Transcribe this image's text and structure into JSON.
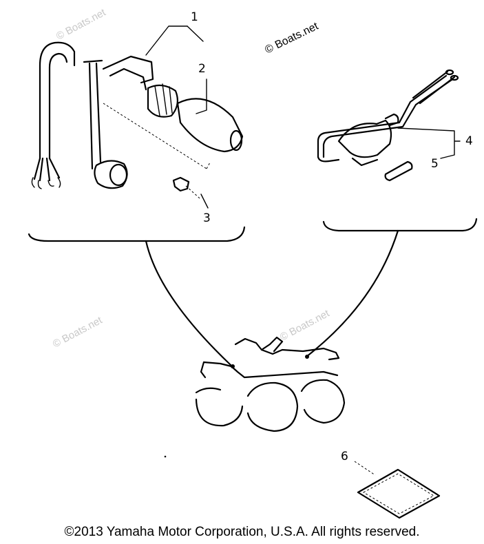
{
  "watermarks": {
    "main": "© Boats.net",
    "faded": "© Boats.net"
  },
  "callouts": {
    "c1": "1",
    "c2": "2",
    "c3": "3",
    "c4": "4",
    "c5": "5",
    "c6": "6"
  },
  "footer": {
    "copyright": "©2013 Yamaha Motor Corporation, U.S.A. All rights reserved."
  }
}
